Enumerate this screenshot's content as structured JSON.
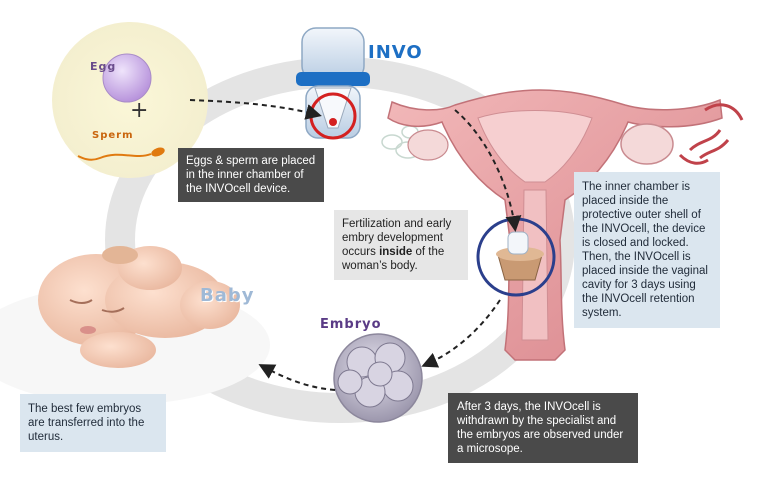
{
  "labels": {
    "egg": "Egg",
    "sperm": "Sperm",
    "plus": "+",
    "invo": "INVO",
    "embryo": "Embryo",
    "baby": "Baby"
  },
  "captions": {
    "eggs_sperm": "Eggs & sperm are placed in the inner chamber of the INVOcell device.",
    "fertilization_pre": "Fertilization and early embry development occurs ",
    "fertilization_bold": "inside",
    "fertilization_post": " of the woman’s body.",
    "inner_chamber": "The inner chamber is placed inside the protective outer shell of the INVOcell, the device is closed and locked. Then, the INVOcell is placed inside the vaginal cavity for 3 days using the INVOcell retention system.",
    "after_3_days": "After 3 days, the INVOcell is withdrawn by the specialist and the embryos are observed under a microsope.",
    "transfer": "The best few embryos are transferred into the uterus."
  },
  "colors": {
    "cycle_band": "#e4e4e4",
    "egg": "#c7a6e0",
    "uterus": "#e8a3a7",
    "invo_blue": "#1d6fc4",
    "highlight_ring_red": "#d42020",
    "highlight_ring_blue": "#2b3f8c",
    "sperm_orange": "#e07a10"
  }
}
